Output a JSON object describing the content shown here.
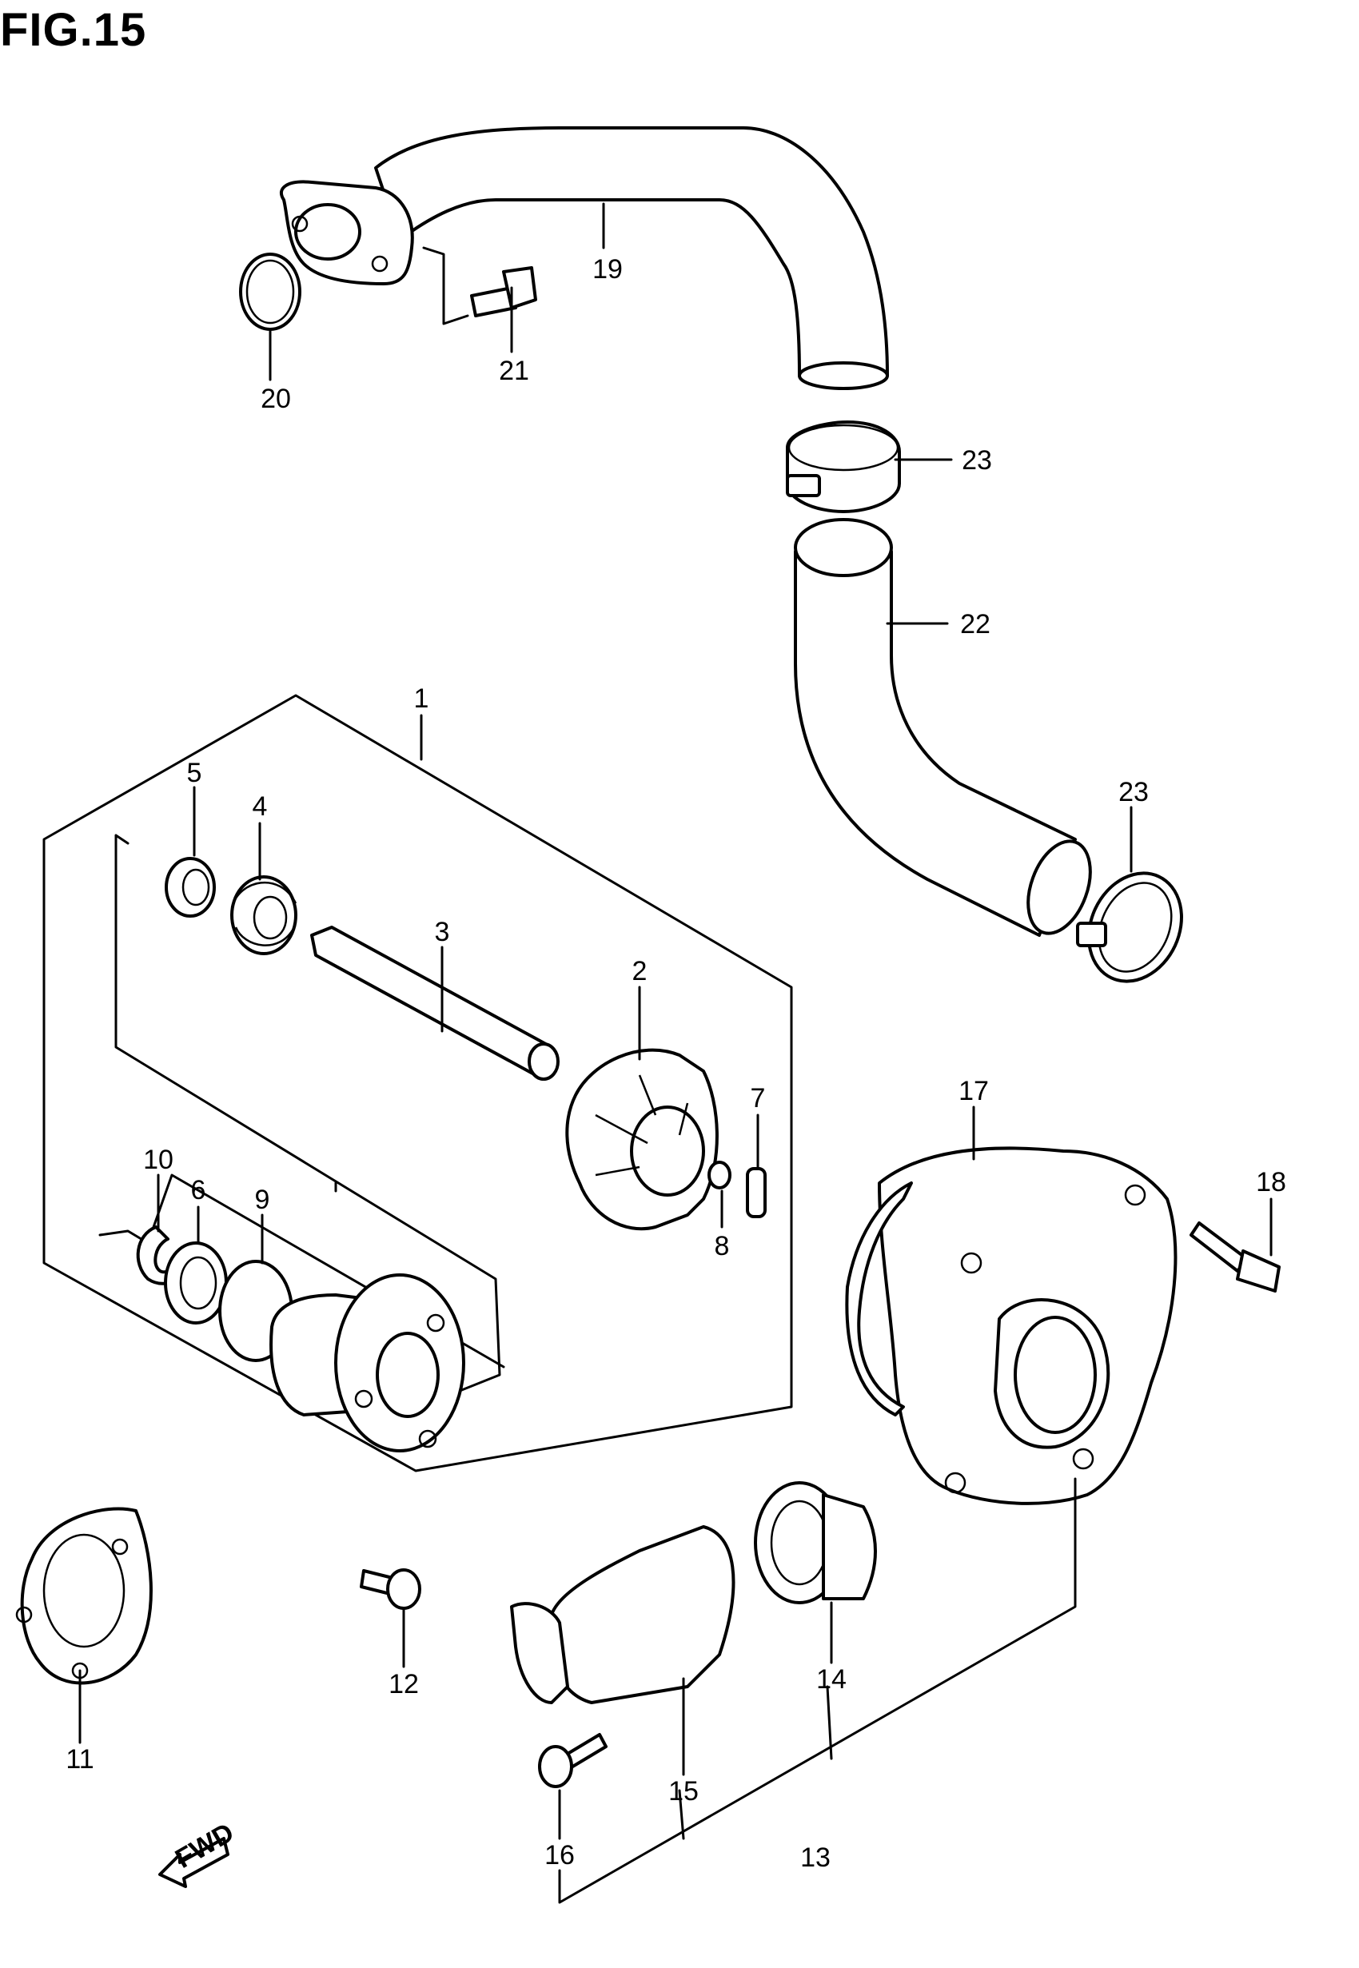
{
  "figure": {
    "title": "FIG.15"
  },
  "callouts": [
    {
      "id": "1",
      "label": "1"
    },
    {
      "id": "2",
      "label": "2"
    },
    {
      "id": "3",
      "label": "3"
    },
    {
      "id": "4",
      "label": "4"
    },
    {
      "id": "5",
      "label": "5"
    },
    {
      "id": "6",
      "label": "6"
    },
    {
      "id": "7",
      "label": "7"
    },
    {
      "id": "8",
      "label": "8"
    },
    {
      "id": "9",
      "label": "9"
    },
    {
      "id": "10",
      "label": "10"
    },
    {
      "id": "11",
      "label": "11"
    },
    {
      "id": "12",
      "label": "12"
    },
    {
      "id": "13",
      "label": "13"
    },
    {
      "id": "14",
      "label": "14"
    },
    {
      "id": "15",
      "label": "15"
    },
    {
      "id": "16",
      "label": "16"
    },
    {
      "id": "17",
      "label": "17"
    },
    {
      "id": "18",
      "label": "18"
    },
    {
      "id": "19",
      "label": "19"
    },
    {
      "id": "20",
      "label": "20"
    },
    {
      "id": "21",
      "label": "21"
    },
    {
      "id": "22",
      "label": "22"
    },
    {
      "id": "23a",
      "label": "23"
    },
    {
      "id": "23b",
      "label": "23"
    }
  ],
  "fwd_arrow": {
    "label": "FWD",
    "icon": "forward-arrow-icon"
  }
}
